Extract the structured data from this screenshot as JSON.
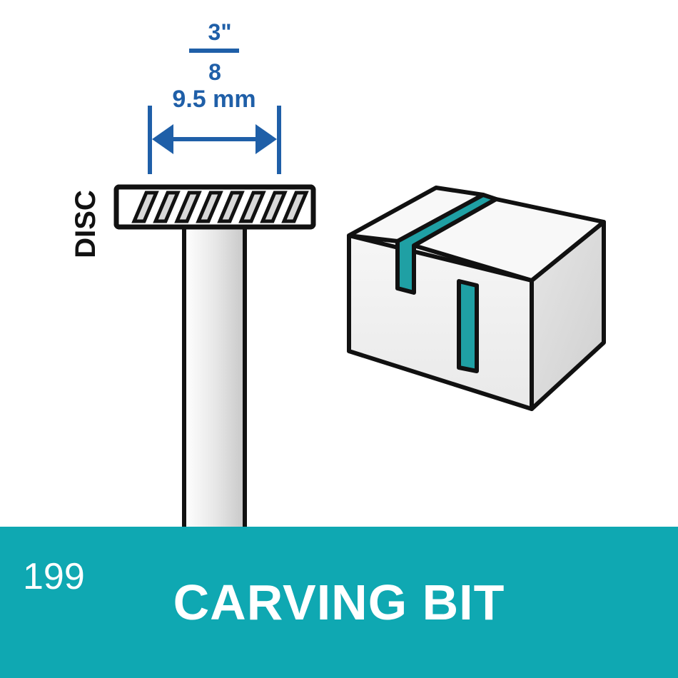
{
  "dimension": {
    "fraction_numerator": "3\"",
    "fraction_denominator": "8",
    "metric": "9.5 mm"
  },
  "bit_label": "DISC",
  "banner": {
    "product_number": "199",
    "product_name": "CARVING BIT"
  },
  "colors": {
    "dimension_blue": "#1f5fa8",
    "banner_teal": "#0fa8b2",
    "groove_teal": "#1fa0a4",
    "outline": "#111111",
    "metal_light": "#f2f2f2",
    "block_side": "#dcdcdc"
  }
}
